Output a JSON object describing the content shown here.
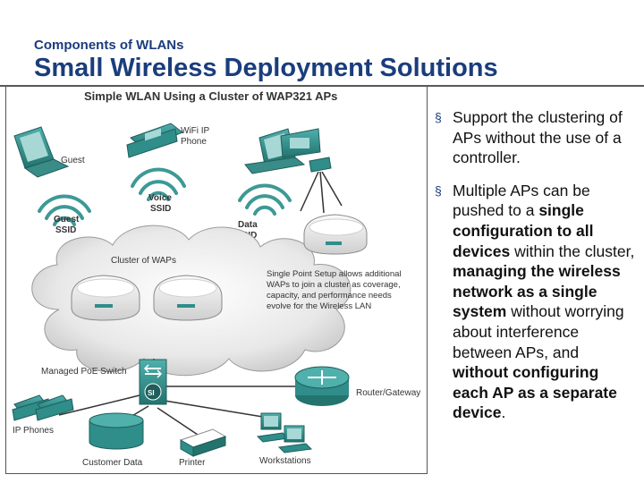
{
  "header": {
    "subtitle": "Components of WLANs",
    "title": "Small Wireless Deployment Solutions"
  },
  "diagram": {
    "title": "Simple WLAN Using a Cluster of WAP321 APs",
    "labels": {
      "guest": "Guest",
      "wifi_ip": "WiFi IP",
      "phone": "Phone",
      "voice": "Voice",
      "voice_ssid": "SSID",
      "guest_ssid_1": "Guest",
      "guest_ssid_2": "SSID",
      "data_ssid_1": "Data",
      "data_ssid_2": "SSID",
      "cluster": "Cluster of WAPs",
      "setup_line1": "Single Point Setup allows additional",
      "setup_line2": "WAPs to join a cluster as coverage,",
      "setup_line3": "capacity, and performance needs",
      "setup_line4": "evolve for the Wireless LAN",
      "switch": "Managed PoE Switch",
      "switch_badge": "SI",
      "router": "Router/Gateway",
      "ip_phones": "IP Phones",
      "customer_data": "Customer Data",
      "printer": "Printer",
      "workstations": "Workstations"
    }
  },
  "bullets": [
    {
      "segments": [
        {
          "text": "Support the clustering of APs without the use of a controller.",
          "bold": false
        }
      ]
    },
    {
      "segments": [
        {
          "text": "Multiple APs can be pushed to a ",
          "bold": false
        },
        {
          "text": "single configuration to all devices",
          "bold": true
        },
        {
          "text": " within the cluster, ",
          "bold": false
        },
        {
          "text": "managing the wireless network as a single system",
          "bold": true
        },
        {
          "text": " without worrying about interference between APs, and ",
          "bold": false
        },
        {
          "text": "without configuring each AP as a separate device",
          "bold": true
        },
        {
          "text": ".",
          "bold": false
        }
      ]
    }
  ],
  "bullet_marker": "§",
  "colors": {
    "title_blue": "#1a3d7c",
    "icon_teal": "#2f8d8a",
    "cloud_gray": "#d9d9d9"
  }
}
